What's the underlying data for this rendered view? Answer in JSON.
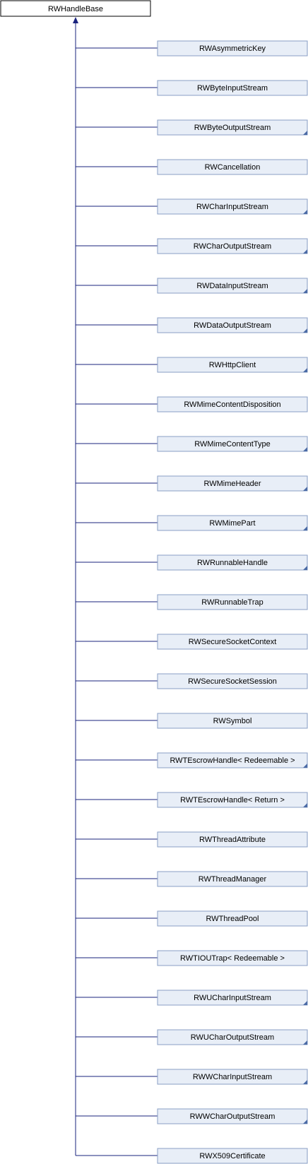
{
  "base": {
    "label": "RWHandleBase"
  },
  "colors": {
    "base_fill": "#ffffff",
    "base_stroke": "#000000",
    "node_fill": "#e8eef7",
    "node_stroke": "#8a9fc4",
    "edge": "#1a237e",
    "corner_mark": "#4a6aa5"
  },
  "derived": [
    {
      "label": "RWAsymmetricKey",
      "has_more": false
    },
    {
      "label": "RWByteInputStream",
      "has_more": false
    },
    {
      "label": "RWByteOutputStream",
      "has_more": true
    },
    {
      "label": "RWCancellation",
      "has_more": false
    },
    {
      "label": "RWCharInputStream",
      "has_more": true
    },
    {
      "label": "RWCharOutputStream",
      "has_more": true
    },
    {
      "label": "RWDataInputStream",
      "has_more": true
    },
    {
      "label": "RWDataOutputStream",
      "has_more": true
    },
    {
      "label": "RWHttpClient",
      "has_more": true
    },
    {
      "label": "RWMimeContentDisposition",
      "has_more": false
    },
    {
      "label": "RWMimeContentType",
      "has_more": true
    },
    {
      "label": "RWMimeHeader",
      "has_more": true
    },
    {
      "label": "RWMimePart",
      "has_more": true
    },
    {
      "label": "RWRunnableHandle",
      "has_more": true
    },
    {
      "label": "RWRunnableTrap",
      "has_more": false
    },
    {
      "label": "RWSecureSocketContext",
      "has_more": false
    },
    {
      "label": "RWSecureSocketSession",
      "has_more": false
    },
    {
      "label": "RWSymbol",
      "has_more": false
    },
    {
      "label": "RWTEscrowHandle< Redeemable >",
      "has_more": true
    },
    {
      "label": "RWTEscrowHandle< Return >",
      "has_more": true
    },
    {
      "label": "RWThreadAttribute",
      "has_more": false
    },
    {
      "label": "RWThreadManager",
      "has_more": false
    },
    {
      "label": "RWThreadPool",
      "has_more": false
    },
    {
      "label": "RWTIOUTrap< Redeemable >",
      "has_more": false
    },
    {
      "label": "RWUCharInputStream",
      "has_more": true
    },
    {
      "label": "RWUCharOutputStream",
      "has_more": true
    },
    {
      "label": "RWWCharInputStream",
      "has_more": true
    },
    {
      "label": "RWWCharOutputStream",
      "has_more": true
    },
    {
      "label": "RWX509Certificate",
      "has_more": false
    }
  ]
}
